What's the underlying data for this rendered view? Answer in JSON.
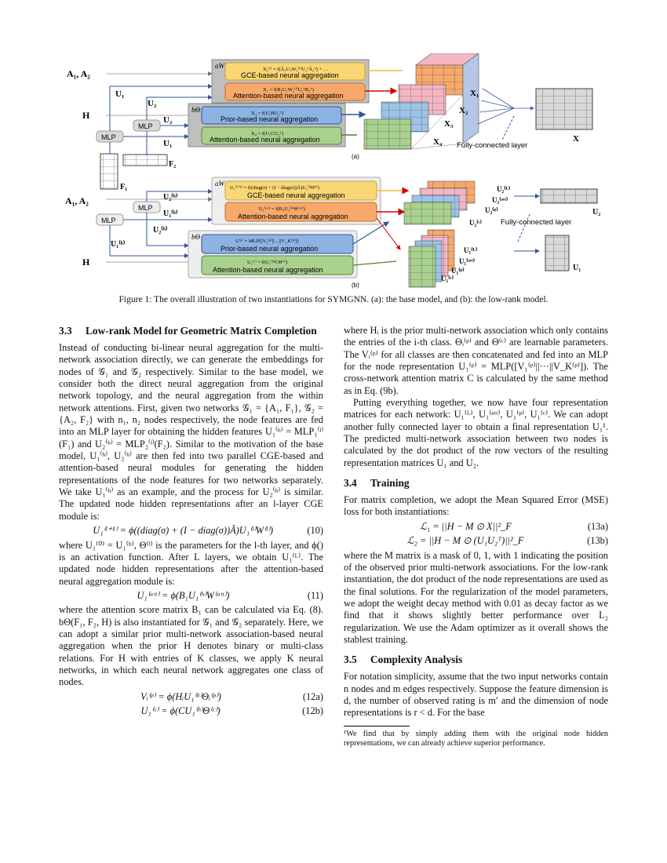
{
  "figure": {
    "labels": {
      "a1a2": "A₁, A₂",
      "h": "H",
      "u1": "U₁",
      "u2": "U₂",
      "f1": "F₁",
      "f2": "F₂",
      "mlp": "MLP",
      "aw": "aW",
      "btheta": "bΘ",
      "x1": "X₁",
      "x2": "X₂",
      "x3": "X₃",
      "x4": "X₄",
      "x": "X",
      "fc": "Fully-connected layer",
      "tag_a": "(a)",
      "tag_b": "(b)",
      "u1h": "U₁⁽ʰ⁾",
      "u2h": "U₂⁽ʰ⁾",
      "u2L": "U₂⁽ᴸ⁾",
      "u2att": "U₂⁽ᵃᵗᵗ⁾",
      "u2p": "U₂⁽ᵖ⁾",
      "u2c": "U₂⁽ᶜ⁾",
      "u1L": "U₁⁽ᴸ⁾",
      "u1att": "U₁⁽ᵃᵗᵗ⁾",
      "u1p": "U₁⁽ᵖ⁾",
      "u1c": "U₁⁽ᶜ⁾"
    },
    "modules_a": {
      "gce_formula": "X₁⁽ˡ⁾ = f(Ã₁U₁W₁⁽ˡ⁾U₂ᵀÃ₂ᵀ) + …",
      "gce_label": "GCE-based neural aggregation",
      "att_formula": "X₂ = f(B₁U₁W₂⁽ˡ⁾U₂ᵀB₂ᵀ)",
      "att_label": "Attention-based neural aggregation",
      "prior_formula": "X₃ = f(U₁HU₂ᵀ)",
      "prior_label": "Prior-based neural aggregation",
      "att2_formula": "X₄ = f(U₁CU₂ᵀ)",
      "att2_label": "Attention-based neural aggregation"
    },
    "modules_b": {
      "gce_formula": "U₁⁽ˡ⁺¹⁾ = f((diag(σ) + (I − diag(σ))Ã)U₁⁽ˡ⁾Θ⁽ˡ⁾)",
      "gce_label": "GCE-based neural aggregation",
      "att_formula": "U₁⁽ᵃᵗᵗ⁾ = f(B₁U₁⁽ʰ⁾Θ⁽ᵃᵗᵗ⁾)",
      "att_label": "Attention-based neural aggregation",
      "prior_formula": "U⁽ᵖ⁾ = MLP([V₁⁽ᵖ⁾||…||V_K⁽ᵖ⁾])",
      "prior_label": "Prior-based neural aggregation",
      "att2_formula": "U₁⁽ᶜ⁾ = f(U₁⁽ʰ⁾CΘ⁽ᶜ⁾)",
      "att2_label": "Attention-based neural aggregation"
    },
    "colors": {
      "orange": "#f6a96b",
      "yellow": "#f9d774",
      "blue": "#8db3e2",
      "green": "#a9d18e",
      "grey": "#bfbfbf",
      "cube_blue": "#9dc3e6",
      "cube_green": "#a9d18e",
      "cube_pink": "#f4b6c2"
    }
  },
  "caption": "Figure 1: The overall illustration of two instantiations for SYMGNN. (a): the base model, and (b): the low-rank model.",
  "left": {
    "heading_num": "3.3",
    "heading": "Low-rank Model for Geometric Matrix Completion",
    "p1": "Instead of conducting bi-linear neural aggregation for the multi-network association directly, we can generate the embeddings for nodes of 𝒢₁ and 𝒢₂ respectively. Similar to the base model, we consider both the direct neural aggregation from the original network topology, and the neural aggregation from the within network attentions. First, given two networks 𝒢₁ = {A₁, F₁}, 𝒢₂ = {A₂, F₂} with n₁, n₂ nodes respectively, the node features are fed into an MLP layer for obtaining the hidden features U₁⁽ʰ⁾ = MLP₁⁽ˡ⁾(F₁) and U₂⁽ʰ⁾ = MLP₂⁽ˡ⁾(F₂). Similar to the motivation of the base model, U₁⁽ʰ⁾, U₂⁽ʰ⁾ are then fed into two parallel CGE-based and attention-based neural modules for generating the hidden representations of the node features for two networks separately. We take U₁⁽ʰ⁾ as an example, and the process for U₂⁽ʰ⁾ is similar. The updated node hidden representations after an l-layer CGE module is:",
    "eq10": "U₁⁽ˡ⁺¹⁾ = ϕ((diag(σ) + (I − diag(σ))Ã)U₁⁽ˡ⁾W⁽ˡ⁾)",
    "eq10_no": "(10)",
    "p2": "where U₁⁽⁰⁾ = U₁⁽ʰ⁾, Θ⁽ˡ⁾ is the parameters for the l-th layer, and ϕ() is an activation function. After L layers, we obtain U₁⁽ᴸ⁾. The updated node hidden representations after the attention-based neural aggregation module is:",
    "eq11": "U₁⁽ᵃᵗᵗ⁾ = ϕ(B₁U₁⁽ʰ⁾W⁽ᵃᵗᵗ⁾)",
    "eq11_no": "(11)",
    "p3": "where the attention score matrix B₁ can be calculated via Eq. (8). bΘ(F₁, F₂, H) is also instantiated for 𝒢₁ and 𝒢₂ separately. Here, we can adopt a similar prior multi-network association-based neural aggregation when the prior H denotes binary or multi-class relations. For H with entries of K classes, we apply K neural networks, in which each neural network aggregates one class of nodes.",
    "eq12a": "Vᵢ⁽ᵖ⁾ = ϕ(HᵢU₁⁽ʰ⁾Θᵢ⁽ᵖ⁾)",
    "eq12a_no": "(12a)",
    "eq12b": "U₁⁽ᶜ⁾ = ϕ(CU₁⁽ʰ⁾Θ⁽ᶜ⁾)",
    "eq12b_no": "(12b)"
  },
  "right": {
    "p1": "where Hᵢ is the prior multi-network association which only contains the entries of the i-th class. Θᵢ⁽ᵖ⁾ and Θ⁽ᶜ⁾ are learnable parameters. The Vᵢ⁽ᵖ⁾ for all classes are then concatenated and fed into an MLP for the node representation U₁⁽ᵖ⁾ = MLP([V₁⁽ᵖ⁾||···||V_K⁽ᵖ⁾]). The cross-network attention matrix C is calculated by the same method as in Eq. (9b).",
    "p2": "Putting everything together, we now have four representation matrices for each network: U₁⁽ᴸ⁾, U₁⁽ᵃᵗᵗ⁾, U₁⁽ᵖ⁾, U₁⁽ᶜ⁾. We can adopt another fully connected layer to obtain a final representation U₁¹. The predicted multi-network association between two nodes is calculated by the dot product of the row vectors of the resulting representation matrices U₁ and U₂.",
    "heading2_num": "3.4",
    "heading2": "Training",
    "p3": "For matrix completion, we adopt the Mean Squared Error (MSE) loss for both instantiations:",
    "eq13a": "ℒ₁ = ||H − M ⊙ X||²_F",
    "eq13a_no": "(13a)",
    "eq13b": "ℒ₂ = ||H − M ⊙ (U₁U₂ᵀ)||²_F",
    "eq13b_no": "(13b)",
    "p4": "where the M matrix is a mask of 0, 1, with 1 indicating the position of the observed prior multi-network associations. For the low-rank instantiation, the dot product of the node representations are used as the final solutions. For the regularization of the model parameters, we adopt the weight decay method with 0.01 as decay factor as we find that it shows slightly better performance over L₂ regularization. We use the Adam optimizer as it overall shows the stablest training.",
    "heading3_num": "3.5",
    "heading3": "Complexity Analysis",
    "p5": "For notation simplicity, assume that the two input networks contain n nodes and m edges respectively. Suppose the feature dimension is d, the number of observed rating is m′ and the dimension of node representations is r < d. For the base",
    "footnote": "¹We find that by simply adding them with the original node hidden representations, we can already achieve superior performance."
  }
}
